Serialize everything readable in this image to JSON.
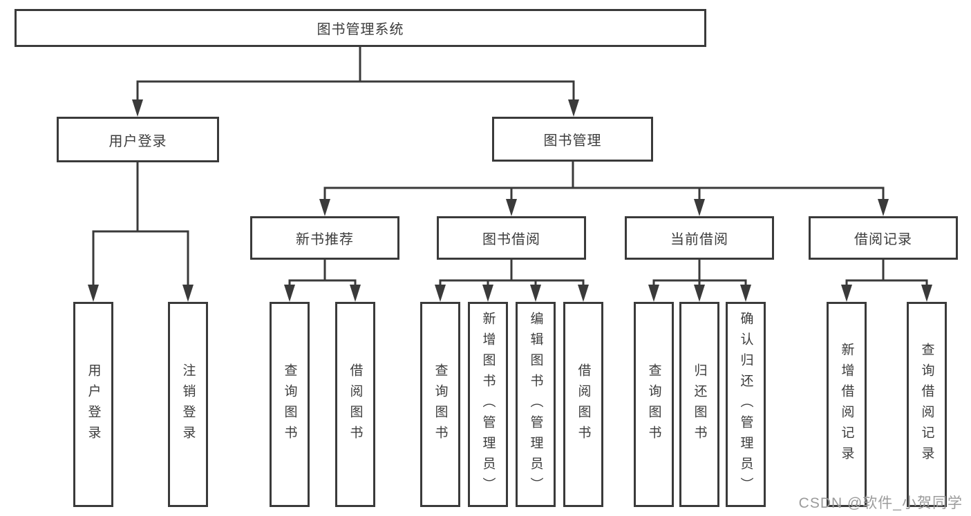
{
  "diagram": {
    "type": "tree",
    "tree": {
      "root": {
        "label": "图书管理系统"
      },
      "level2": [
        {
          "label": "用户登录",
          "children": [
            {
              "label": "用户登录"
            },
            {
              "label": "注销登录"
            }
          ]
        },
        {
          "label": "图书管理",
          "children": [
            {
              "label": "新书推荐",
              "children": [
                {
                  "label": "查询图书"
                },
                {
                  "label": "借阅图书"
                }
              ]
            },
            {
              "label": "图书借阅",
              "children": [
                {
                  "label": "查询图书"
                },
                {
                  "label": "新增图书（管理员）"
                },
                {
                  "label": "编辑图书（管理员）"
                },
                {
                  "label": "借阅图书"
                }
              ]
            },
            {
              "label": "当前借阅",
              "children": [
                {
                  "label": "查询图书"
                },
                {
                  "label": "归还图书"
                },
                {
                  "label": "确认归还（管理员）"
                }
              ]
            },
            {
              "label": "借阅记录",
              "children": [
                {
                  "label": "新增借阅记录"
                },
                {
                  "label": "查询借阅记录"
                }
              ]
            }
          ]
        }
      ]
    }
  },
  "watermark": {
    "text": "CSDN @软件_小贺同学",
    "color": "#9b9b9b"
  },
  "colors": {
    "line": "#3a3a3a",
    "text": "#3c3c3c",
    "background": "#ffffff"
  }
}
